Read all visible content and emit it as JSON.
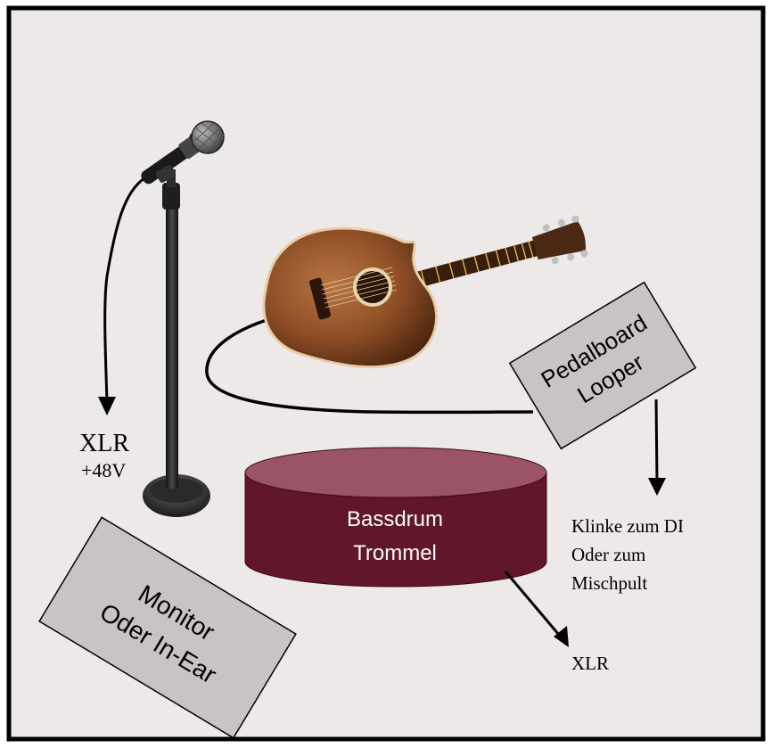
{
  "microphone": {
    "cable_label": "XLR",
    "phantom_power": "+48V"
  },
  "guitar": {
    "icon": "acoustic-guitar-icon"
  },
  "pedalboard": {
    "line1": "Pedalboard",
    "line2": "Looper",
    "output_line1": "Klinke zum DI",
    "output_line2": "Oder zum",
    "output_line3": "Mischpult"
  },
  "bassdrum": {
    "line1": "Bassdrum",
    "line2": "Trommel",
    "output_label": "XLR"
  },
  "monitor": {
    "line1": "Monitor",
    "line2": "Oder In-Ear"
  },
  "colors": {
    "background": "#ede9e8",
    "frame": "#000000",
    "box_fill": "#c9c4c4",
    "drum_body": "#62162a",
    "drum_top": "#9b5366",
    "guitar_body": "#8f4f26"
  }
}
